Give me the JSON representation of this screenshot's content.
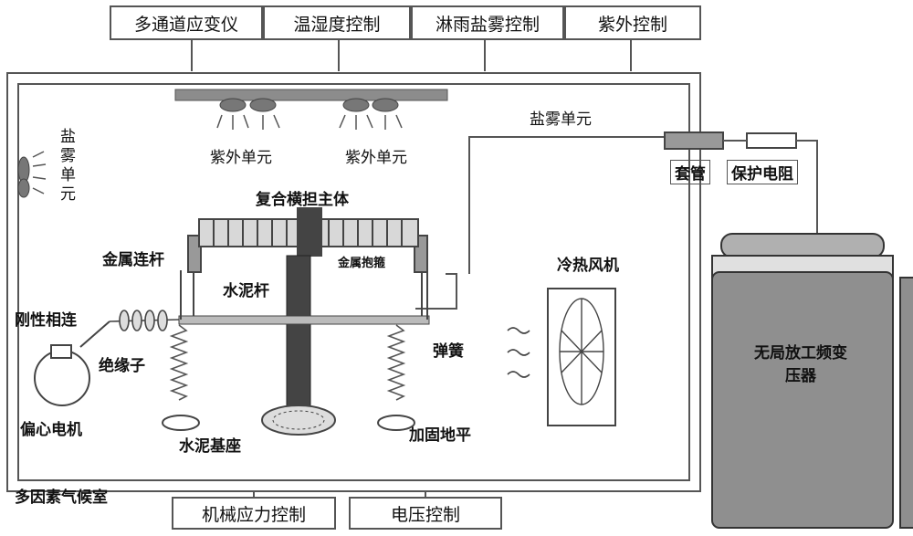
{
  "top_controls": [
    "多通道应变仪",
    "温湿度控制",
    "淋雨盐雾控制",
    "紫外控制"
  ],
  "bottom_controls": [
    "机械应力控制",
    "电压控制"
  ],
  "labels": {
    "salt_fog_unit_top": "盐雾单元",
    "salt_fog_unit_side": "盐雾单元",
    "uv_unit_1": "紫外单元",
    "uv_unit_2": "紫外单元",
    "composite_crossarm": "复合横担主体",
    "metal_hoop": "金属抱箍",
    "metal_link": "金属连杆",
    "cement_pole": "水泥杆",
    "rigid_connection": "刚性相连",
    "insulator": "绝缘子",
    "spring": "弹簧",
    "eccentric_motor": "偏心电机",
    "cement_base": "水泥基座",
    "reinforced_ground": "加固地平",
    "hot_cold_fan": "冷热风机",
    "bushing": "套管",
    "protective_resistor": "保护电阻",
    "transformer": "无局放工频变压器",
    "chamber": "多因素气候室"
  }
}
